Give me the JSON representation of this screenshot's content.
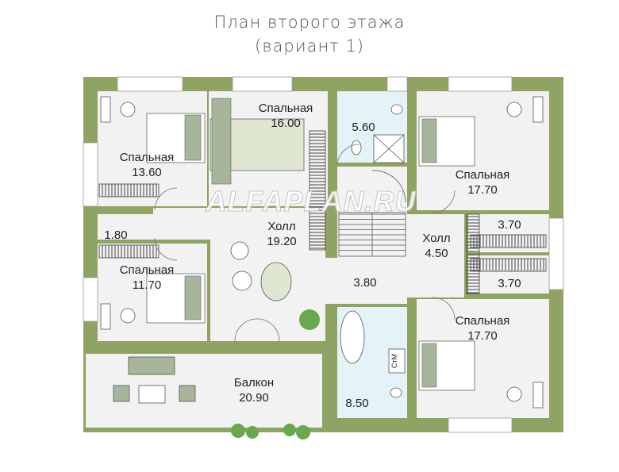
{
  "header": {
    "title_line1": "План второго этажа",
    "title_line2": "(вариант 1)"
  },
  "watermark": "ALFAPLAN.RU",
  "colors": {
    "wall": "#8fa463",
    "floor": "#f2f2f2",
    "bath_floor": "#e3f3f7",
    "furniture": "#a7b59a",
    "plant": "#6aa84f"
  },
  "rooms": {
    "bedroom1": {
      "name": "Спальная",
      "area": "16.00"
    },
    "bath1": {
      "area": "5.60"
    },
    "bedroom2": {
      "name": "Спальная",
      "area": "13.60"
    },
    "bedroom3": {
      "name": "Спальная",
      "area": "17.70"
    },
    "small": {
      "area": "1.80"
    },
    "hall1": {
      "name": "Холл",
      "area": "19.20"
    },
    "hall2": {
      "name": "Холл",
      "area": "4.50"
    },
    "closet1": {
      "area": "3.70"
    },
    "closet2": {
      "area": "3.70"
    },
    "bedroom4": {
      "name": "Спальная",
      "area": "11.70"
    },
    "stair_landing": {
      "area": "3.80"
    },
    "bedroom5": {
      "name": "Спальная",
      "area": "17.70"
    },
    "balcony": {
      "name": "Балкон",
      "area": "20.90"
    },
    "bath2": {
      "area": "8.50",
      "fixture_label": "СтМ"
    }
  }
}
